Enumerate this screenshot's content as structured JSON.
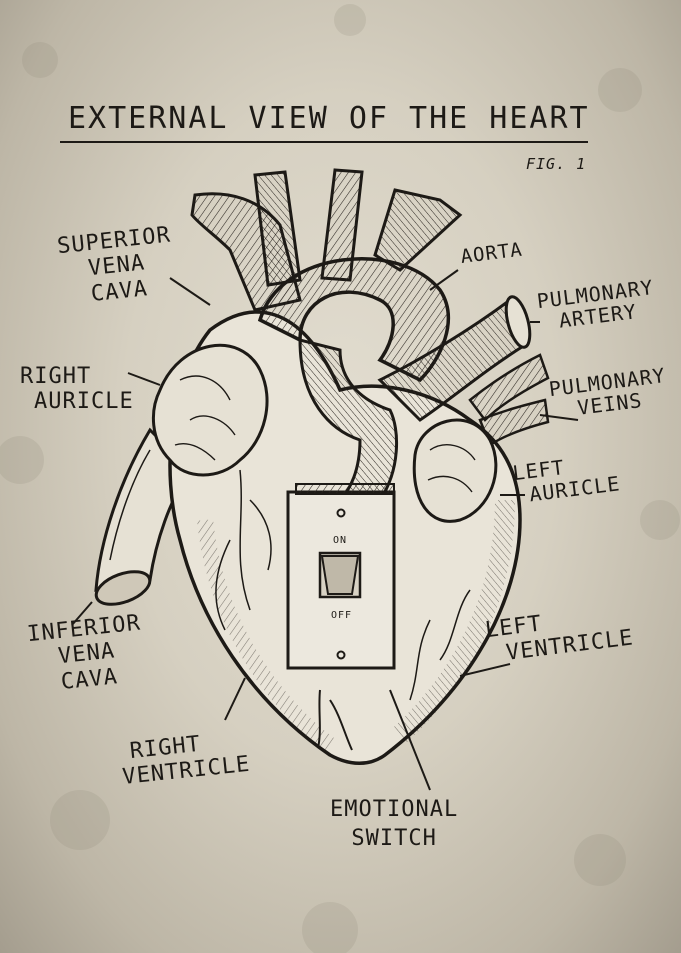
{
  "title": "EXTERNAL VIEW OF THE HEART",
  "figure_label": "FIG. 1",
  "labels": {
    "superior_vena_cava": [
      "SUPERIOR",
      "VENA",
      "CAVA"
    ],
    "aorta": "AORTA",
    "pulmonary_artery": [
      "PULMONARY",
      "ARTERY"
    ],
    "right_auricle": [
      "RIGHT",
      "AURICLE"
    ],
    "pulmonary_veins": [
      "PULMONARY",
      "VEINS"
    ],
    "left_auricle": [
      "LEFT",
      "AURICLE"
    ],
    "inferior_vena_cava": [
      "INFERIOR",
      "VENA",
      "CAVA"
    ],
    "left_ventricle": [
      "LEFT",
      "VENTRICLE"
    ],
    "right_ventricle": [
      "RIGHT",
      "VENTRICLE"
    ],
    "emotional_switch": [
      "EMOTIONAL",
      "SWITCH"
    ]
  },
  "switch": {
    "on_label": "ON",
    "off_label": "OFF"
  },
  "colors": {
    "paper": "#d6d0c1",
    "ink": "#1d1a16"
  }
}
